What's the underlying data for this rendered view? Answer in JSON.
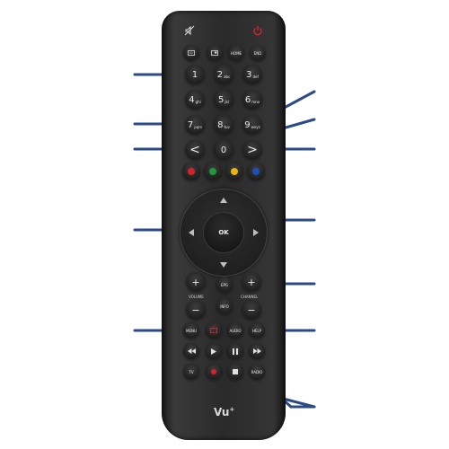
{
  "buttons": {
    "home": "HOME",
    "end": "END",
    "num1": "1",
    "num2": "2",
    "num2_sub": "abc",
    "num3": "3",
    "num3_sub": "def",
    "num4": "4",
    "num4_sub": "ghi",
    "num5": "5",
    "num5_sub": "jkl",
    "num6": "6",
    "num6_sub": "mno",
    "num7": "7",
    "num7_sub": "pqrs",
    "num8": "8",
    "num8_sub": "tuv",
    "num9": "9",
    "num9_sub": "wxyz",
    "num0": "0",
    "prev": "<",
    "next": ">",
    "ok": "OK",
    "epg": "EPG",
    "info": "INFO",
    "vol_plus": "+",
    "vol_minus": "−",
    "ch_plus": "+",
    "ch_minus": "−",
    "volume_label": "VOLUME",
    "channel_label": "CHANNEL",
    "menu": "MENU",
    "audio": "AUDIO",
    "help": "HELP",
    "tv": "TV",
    "radio": "RADIO"
  },
  "colors": {
    "red": "#d8202a",
    "green": "#1e9a3a",
    "yellow": "#e8b412",
    "blue": "#1e4fb8",
    "callout_line": "#2b4a86"
  },
  "logo": {
    "text": "Vu",
    "superscript": "+"
  }
}
